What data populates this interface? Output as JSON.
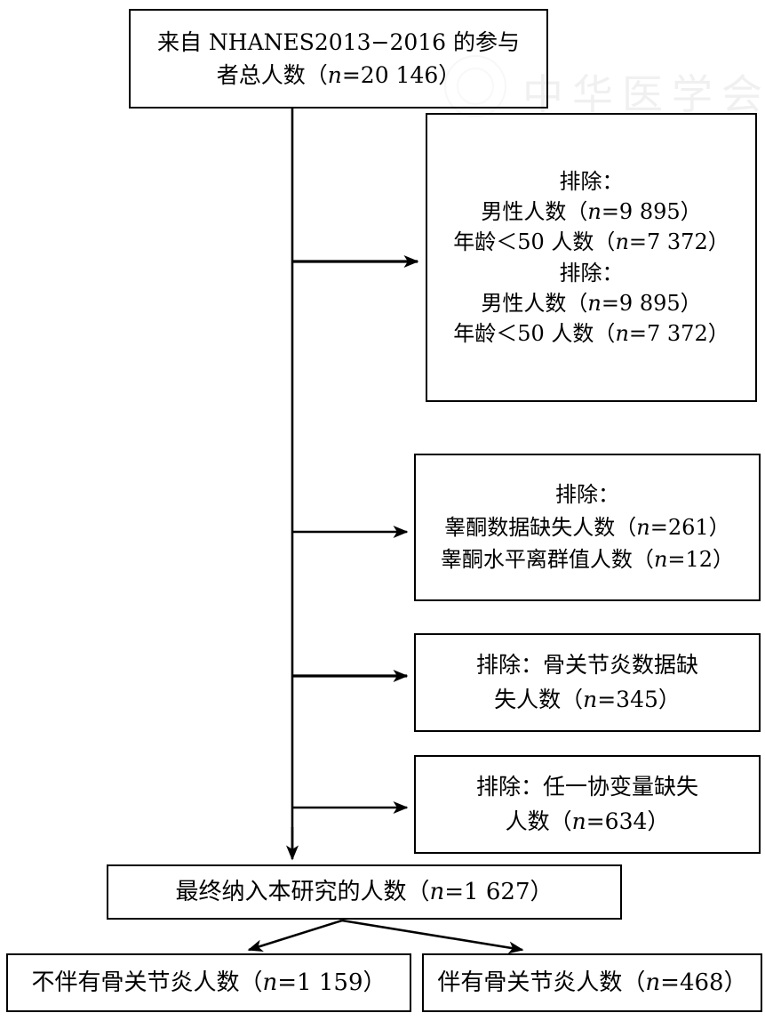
{
  "figure": {
    "type": "flowchart",
    "title": "NHANES 2013-2016 participant selection flow diagram",
    "watermark": {
      "text": "中华医学会",
      "seal_label": "seal-logo"
    }
  },
  "nodes": {
    "source": {
      "id": "source-population",
      "lines": [
        "来自 NHANES2013−2016 的参与",
        "者总人数（n=20 146）"
      ],
      "n": "20 146"
    },
    "exclude1": {
      "id": "exclusion-sex-age",
      "lines": [
        "排除：",
        "男性人数（n=9 895）",
        "年龄＜50 人数（n=7 372）",
        "排除：",
        "男性人数（n=9 895）",
        "年龄＜50 人数（n=7 372）"
      ]
    },
    "exclude2": {
      "id": "exclusion-testosterone",
      "lines": [
        "排除：",
        "睾酮数据缺失人数（n=261）",
        "睾酮水平离群值人数（n=12）"
      ]
    },
    "exclude3": {
      "id": "exclusion-osteoarthritis-data",
      "lines": [
        "排除：骨关节炎数据缺",
        "失人数（n=345）"
      ]
    },
    "exclude4": {
      "id": "exclusion-covariates",
      "lines": [
        "排除：任一协变量缺失",
        "人数（n=634）"
      ]
    },
    "final": {
      "id": "final-included",
      "lines": [
        "最终纳入本研究的人数（n=1 627）"
      ],
      "n": "1 627"
    },
    "outcome_no_oa": {
      "id": "without-osteoarthritis",
      "lines": [
        "不伴有骨关节炎人数（n=1 159）"
      ],
      "n": "1 159"
    },
    "outcome_oa": {
      "id": "with-osteoarthritis",
      "lines": [
        "伴有骨关节炎人数（n=468）"
      ],
      "n": "468"
    }
  },
  "edges": [
    {
      "from": "source-population",
      "to": "exclusion-sex-age",
      "kind": "arrow-right"
    },
    {
      "from": "source-population",
      "to": "exclusion-testosterone",
      "kind": "arrow-right"
    },
    {
      "from": "source-population",
      "to": "exclusion-osteoarthritis-data",
      "kind": "arrow-right"
    },
    {
      "from": "source-population",
      "to": "exclusion-covariates",
      "kind": "arrow-right"
    },
    {
      "from": "source-population",
      "to": "final-included",
      "kind": "arrow-down"
    },
    {
      "from": "final-included",
      "to": "without-osteoarthritis",
      "kind": "arrow-diagonal-left"
    },
    {
      "from": "final-included",
      "to": "with-osteoarthritis",
      "kind": "arrow-diagonal-right"
    }
  ],
  "colors": {
    "stroke": "#000000",
    "text": "#000000",
    "background": "#ffffff",
    "watermark": "#b9b9b9"
  }
}
